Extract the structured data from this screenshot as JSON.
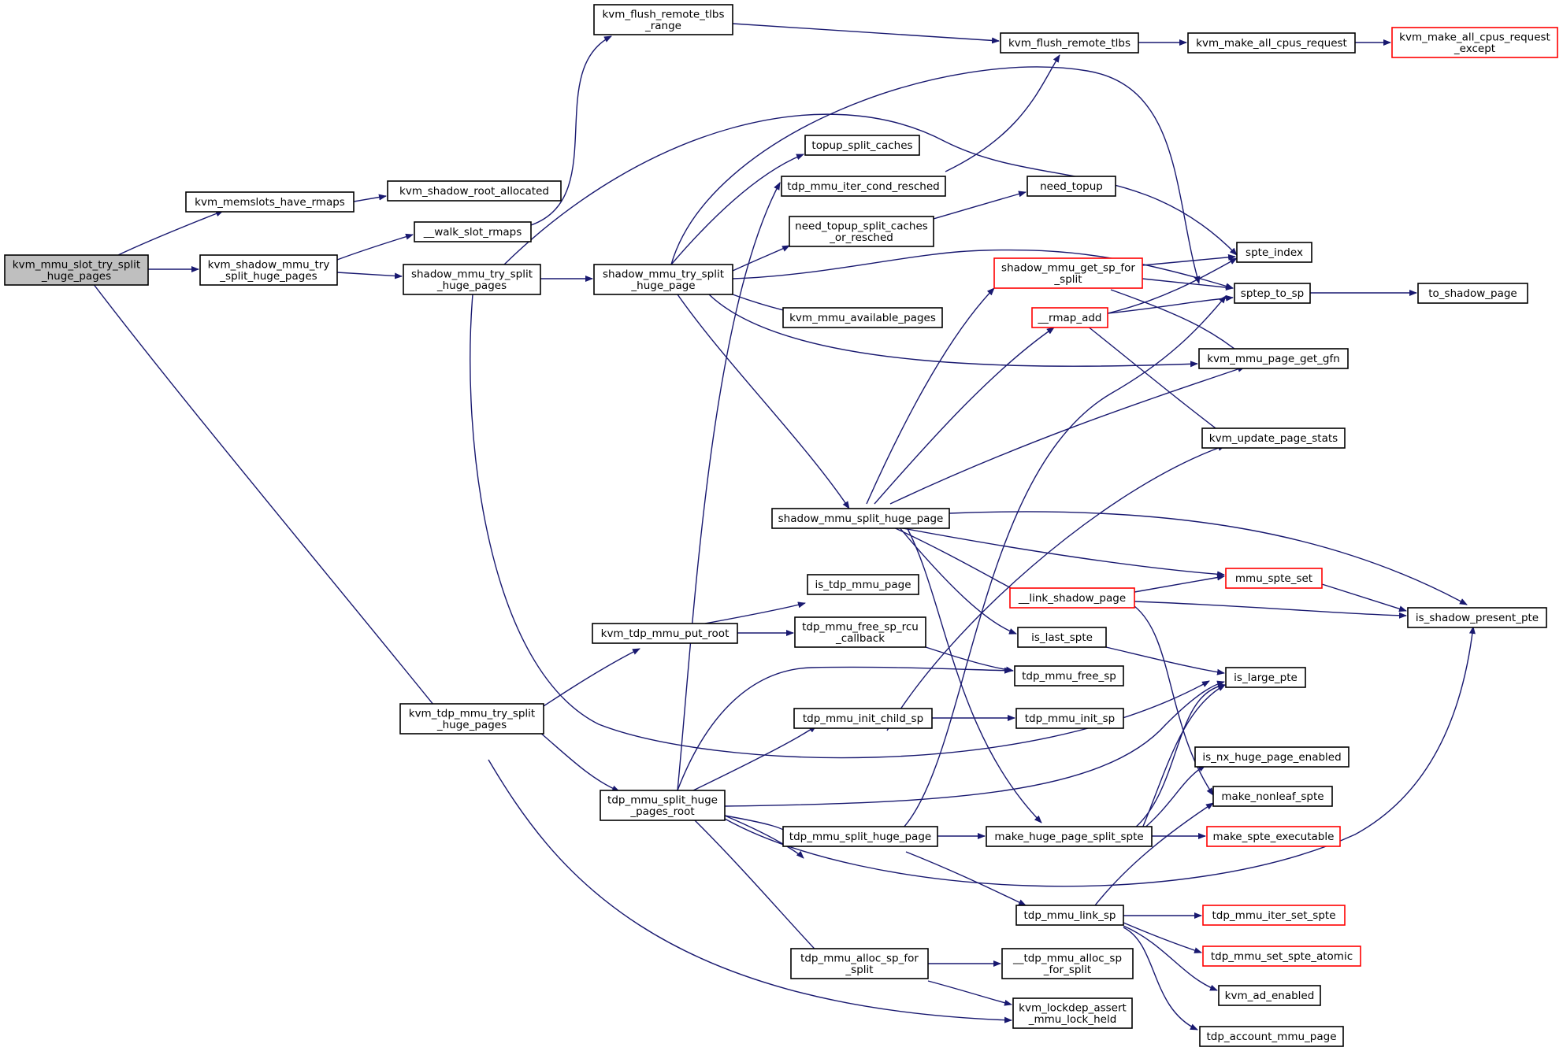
{
  "colors": {
    "edge": "#191970",
    "node_border": "#000000",
    "node_border_external": "#ff0000",
    "root_fill": "#bfbfbf",
    "background": "#ffffff"
  },
  "nodes": {
    "root": {
      "lines": [
        "kvm_mmu_slot_try_split",
        "_huge_pages"
      ]
    },
    "memslots_have_rmaps": {
      "lines": [
        "kvm_memslots_have_rmaps"
      ]
    },
    "shadow_root_allocated": {
      "lines": [
        "kvm_shadow_root_allocated"
      ]
    },
    "shadow_mmu_try_split_huge_pages_kvm": {
      "lines": [
        "kvm_shadow_mmu_try",
        "_split_huge_pages"
      ]
    },
    "walk_slot_rmaps": {
      "lines": [
        "__walk_slot_rmaps"
      ]
    },
    "flush_remote_tlbs_range": {
      "lines": [
        "kvm_flush_remote_tlbs",
        "_range"
      ]
    },
    "flush_remote_tlbs": {
      "lines": [
        "kvm_flush_remote_tlbs"
      ]
    },
    "make_all_cpus_request": {
      "lines": [
        "kvm_make_all_cpus_request"
      ]
    },
    "make_all_cpus_request_except": {
      "lines": [
        "kvm_make_all_cpus_request",
        "_except"
      ]
    },
    "shadow_mmu_try_split_huge_pages": {
      "lines": [
        "shadow_mmu_try_split",
        "_huge_pages"
      ]
    },
    "shadow_mmu_try_split_huge_page": {
      "lines": [
        "shadow_mmu_try_split",
        "_huge_page"
      ]
    },
    "topup_split_caches": {
      "lines": [
        "topup_split_caches"
      ]
    },
    "tdp_mmu_iter_cond_resched": {
      "lines": [
        "tdp_mmu_iter_cond_resched"
      ]
    },
    "need_topup": {
      "lines": [
        "need_topup"
      ]
    },
    "need_topup_split_caches_or_resched": {
      "lines": [
        "need_topup_split_caches",
        "_or_resched"
      ]
    },
    "spte_index": {
      "lines": [
        "spte_index"
      ]
    },
    "shadow_mmu_get_sp_for_split": {
      "lines": [
        "shadow_mmu_get_sp_for",
        "_split"
      ]
    },
    "sptep_to_sp": {
      "lines": [
        "sptep_to_sp"
      ]
    },
    "to_shadow_page": {
      "lines": [
        "to_shadow_page"
      ]
    },
    "kvm_mmu_available_pages": {
      "lines": [
        "kvm_mmu_available_pages"
      ]
    },
    "rmap_add": {
      "lines": [
        "__rmap_add"
      ]
    },
    "kvm_mmu_page_get_gfn": {
      "lines": [
        "kvm_mmu_page_get_gfn"
      ]
    },
    "kvm_update_page_stats": {
      "lines": [
        "kvm_update_page_stats"
      ]
    },
    "shadow_mmu_split_huge_page": {
      "lines": [
        "shadow_mmu_split_huge_page"
      ]
    },
    "is_tdp_mmu_page": {
      "lines": [
        "is_tdp_mmu_page"
      ]
    },
    "mmu_spte_set": {
      "lines": [
        "mmu_spte_set"
      ]
    },
    "link_shadow_page": {
      "lines": [
        "__link_shadow_page"
      ]
    },
    "is_shadow_present_pte": {
      "lines": [
        "is_shadow_present_pte"
      ]
    },
    "kvm_tdp_mmu_put_root": {
      "lines": [
        "kvm_tdp_mmu_put_root"
      ]
    },
    "tdp_mmu_free_sp_rcu_callback": {
      "lines": [
        "tdp_mmu_free_sp_rcu",
        "_callback"
      ]
    },
    "is_last_spte": {
      "lines": [
        "is_last_spte"
      ]
    },
    "tdp_mmu_free_sp": {
      "lines": [
        "tdp_mmu_free_sp"
      ]
    },
    "is_large_pte": {
      "lines": [
        "is_large_pte"
      ]
    },
    "kvm_tdp_mmu_try_split_huge_pages": {
      "lines": [
        "kvm_tdp_mmu_try_split",
        "_huge_pages"
      ]
    },
    "tdp_mmu_init_child_sp": {
      "lines": [
        "tdp_mmu_init_child_sp"
      ]
    },
    "tdp_mmu_init_sp": {
      "lines": [
        "tdp_mmu_init_sp"
      ]
    },
    "is_nx_huge_page_enabled": {
      "lines": [
        "is_nx_huge_page_enabled"
      ]
    },
    "tdp_mmu_split_huge_pages_root": {
      "lines": [
        "tdp_mmu_split_huge",
        "_pages_root"
      ]
    },
    "make_nonleaf_spte": {
      "lines": [
        "make_nonleaf_spte"
      ]
    },
    "tdp_mmu_split_huge_page": {
      "lines": [
        "tdp_mmu_split_huge_page"
      ]
    },
    "make_huge_page_split_spte": {
      "lines": [
        "make_huge_page_split_spte"
      ]
    },
    "make_spte_executable": {
      "lines": [
        "make_spte_executable"
      ]
    },
    "tdp_mmu_link_sp": {
      "lines": [
        "tdp_mmu_link_sp"
      ]
    },
    "tdp_mmu_iter_set_spte": {
      "lines": [
        "tdp_mmu_iter_set_spte"
      ]
    },
    "tdp_mmu_set_spte_atomic": {
      "lines": [
        "tdp_mmu_set_spte_atomic"
      ]
    },
    "tdp_mmu_alloc_sp_for_split": {
      "lines": [
        "tdp_mmu_alloc_sp_for",
        "_split"
      ]
    },
    "tdp_mmu_alloc_sp_for_split_inner": {
      "lines": [
        "__tdp_mmu_alloc_sp",
        "_for_split"
      ]
    },
    "kvm_ad_enabled": {
      "lines": [
        "kvm_ad_enabled"
      ]
    },
    "kvm_lockdep_assert_mmu_lock_held": {
      "lines": [
        "kvm_lockdep_assert",
        "_mmu_lock_held"
      ]
    },
    "tdp_account_mmu_page": {
      "lines": [
        "tdp_account_mmu_page"
      ]
    }
  }
}
